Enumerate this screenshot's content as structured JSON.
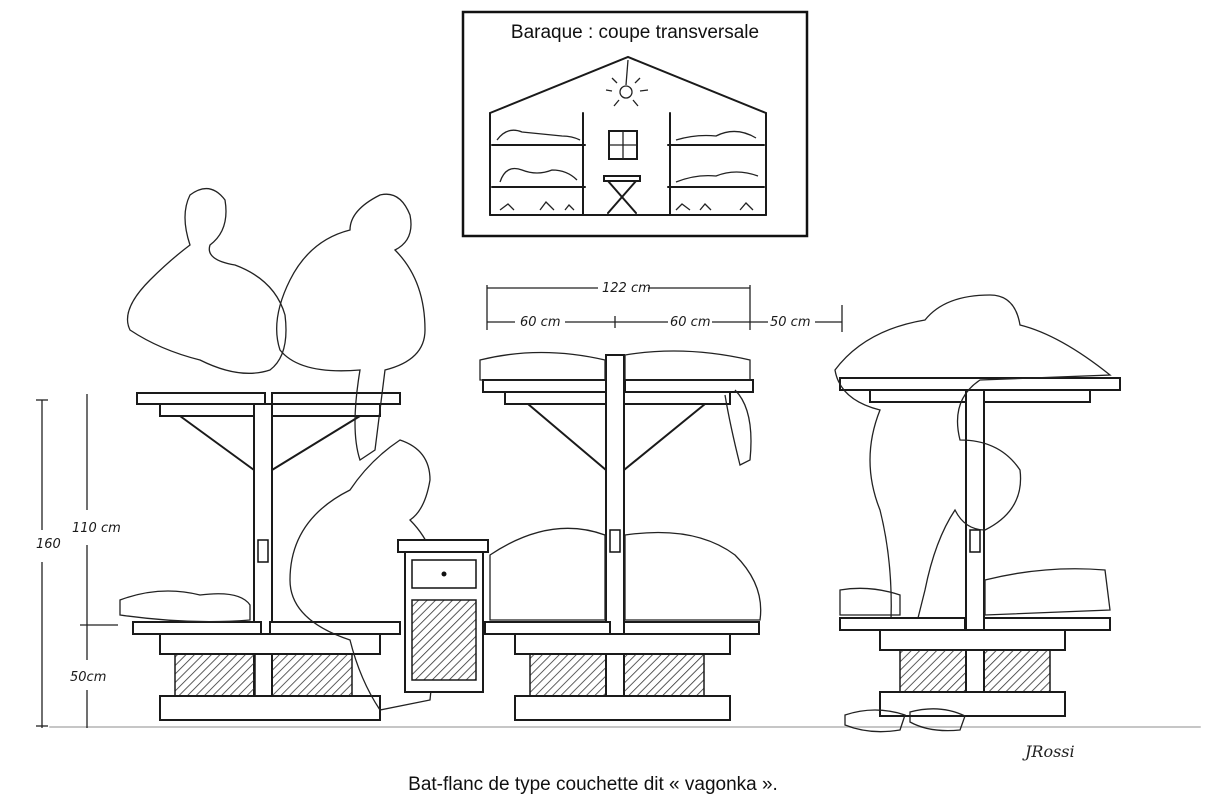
{
  "inset": {
    "title": "Baraque : coupe transversale"
  },
  "dimensions": {
    "total_width": "122 cm",
    "bunk_half_left": "60 cm",
    "bunk_half_right": "60 cm",
    "aisle": "50 cm",
    "total_height": "160",
    "upper_height": "110 cm",
    "lower_height": "50cm"
  },
  "signature": "JRossi",
  "caption": "Bat-flanc de type couchette dit « vagonka »."
}
